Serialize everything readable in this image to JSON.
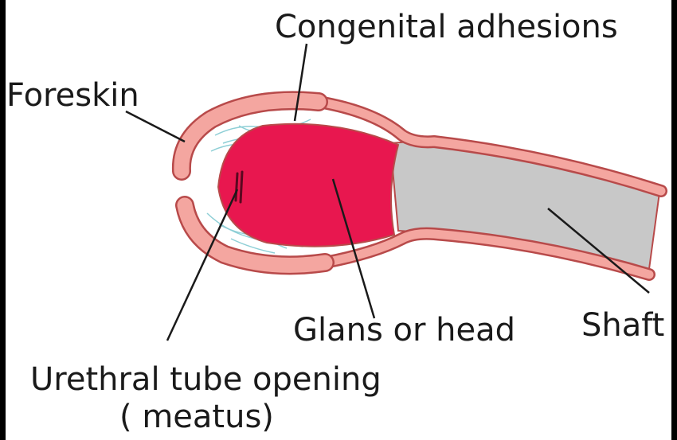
{
  "labels": {
    "congenital_adhesions": "Congenital adhesions",
    "foreskin": "Foreskin",
    "glans": "Glans or head",
    "shaft": "Shaft",
    "urethral_opening_line1": "Urethral tube opening",
    "urethral_opening_line2": "( meatus)"
  },
  "colors": {
    "foreskin": "#f4a6a0",
    "foreskin_outline": "#b84a4a",
    "glans": "#e8174f",
    "shaft": "#c8c8c8",
    "adhesions": "#8ecfd6",
    "text": "#1a1a1a"
  }
}
